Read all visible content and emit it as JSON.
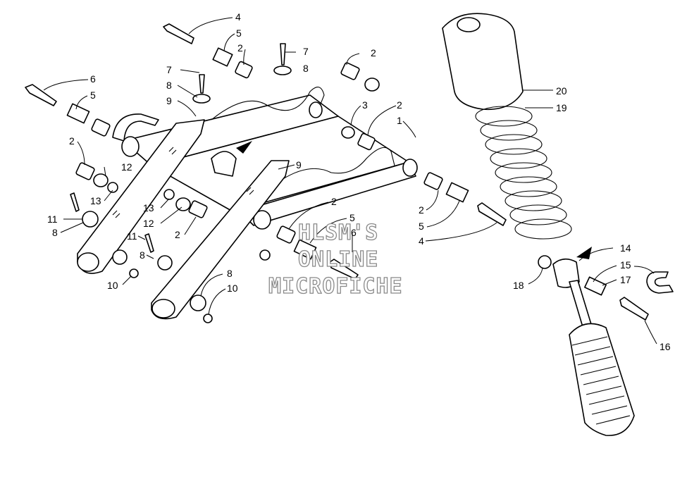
{
  "watermark": {
    "line1": "HLSM'S",
    "line2": "ONLINE",
    "line3": "MICROFICHE"
  },
  "callouts": {
    "c1": "1",
    "c2": "2",
    "c3": "3",
    "c4": "4",
    "c5": "5",
    "c6": "6",
    "c7": "7",
    "c8": "8",
    "c9": "9",
    "c10": "10",
    "c11": "11",
    "c12": "12",
    "c13": "13",
    "c14": "14",
    "c15": "15",
    "c16": "16",
    "c17": "17",
    "c18": "18",
    "c19": "19",
    "c20": "20"
  },
  "colors": {
    "line": "#000000",
    "background": "#ffffff",
    "watermark_outline": "#8a8a8a"
  }
}
